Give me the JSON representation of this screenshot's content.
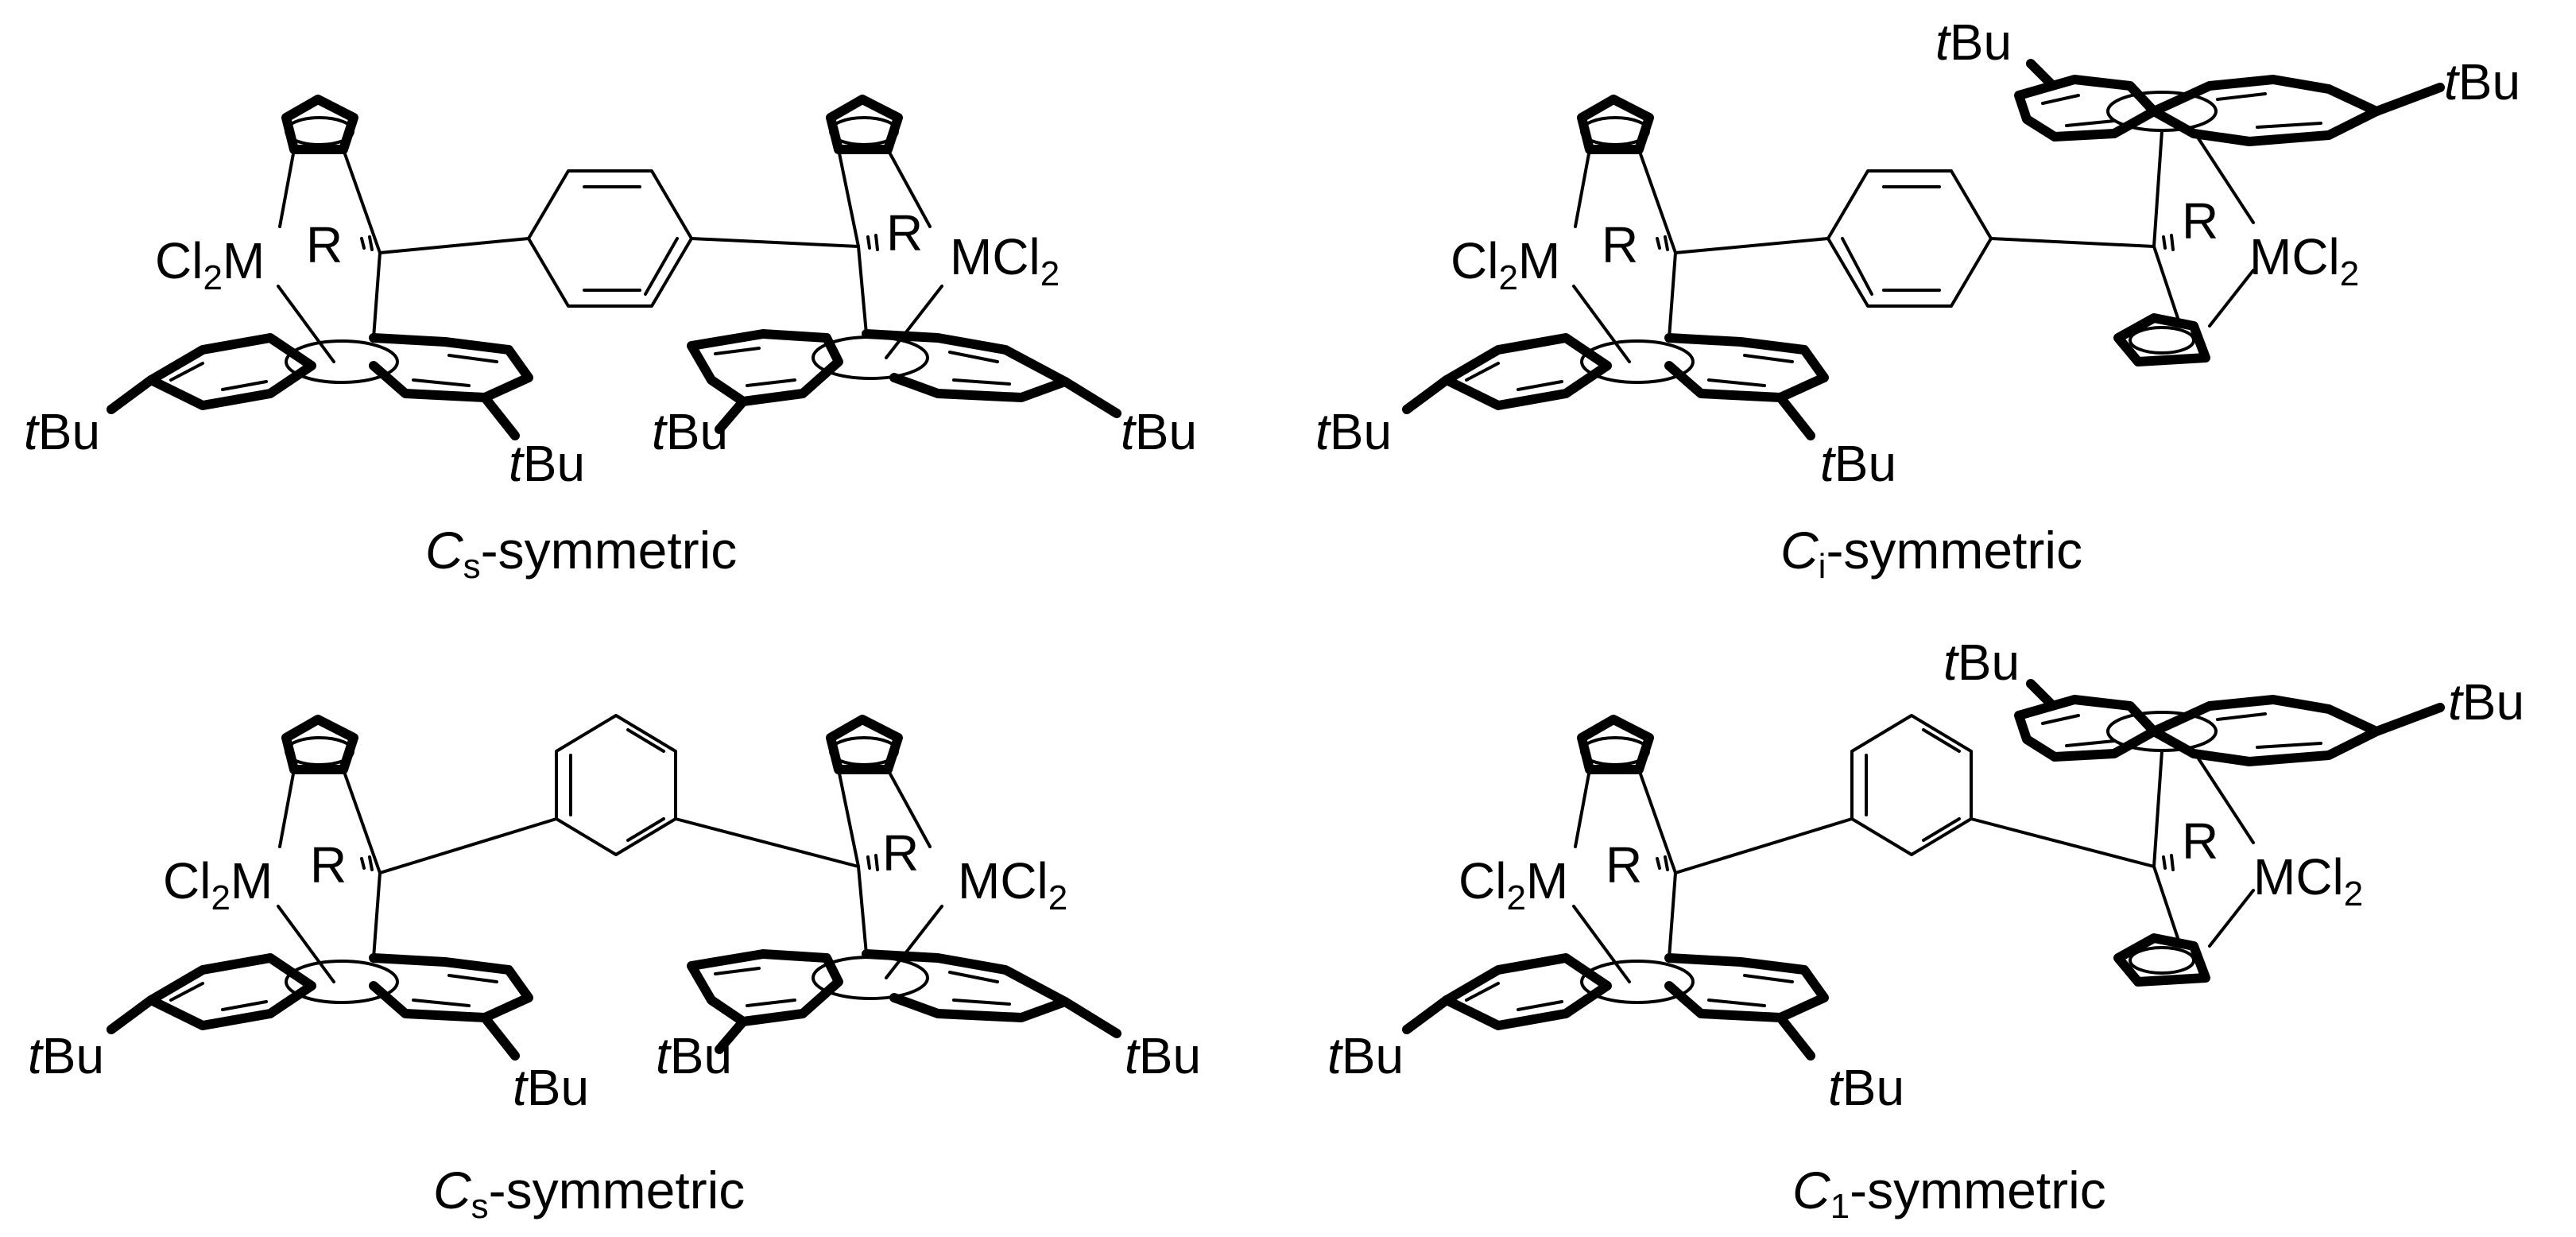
{
  "molecules": [
    {
      "caption": {
        "point_group": "C",
        "subscript": "s",
        "suffix": "-symmetric"
      },
      "labels": {
        "metal_left_pre": "Cl",
        "metal_left_sub": "2",
        "metal_left_post": "M",
        "bridge_left": "R",
        "bridge_right": "R",
        "metal_right_pre": "MCl",
        "metal_right_sub": "2",
        "tbu_t": "t",
        "tbu_rest": "Bu"
      },
      "linker": "para-phenylene"
    },
    {
      "caption": {
        "point_group": "C",
        "subscript": "i",
        "suffix": "-symmetric"
      },
      "labels": {
        "metal_left_pre": "Cl",
        "metal_left_sub": "2",
        "metal_left_post": "M",
        "bridge_left": "R",
        "bridge_right": "R",
        "metal_right_pre": "MCl",
        "metal_right_sub": "2",
        "tbu_t": "t",
        "tbu_rest": "Bu"
      },
      "linker": "para-phenylene"
    },
    {
      "caption": {
        "point_group": "C",
        "subscript": "s",
        "suffix": "-symmetric"
      },
      "labels": {
        "metal_left_pre": "Cl",
        "metal_left_sub": "2",
        "metal_left_post": "M",
        "bridge_left": "R",
        "bridge_right": "R",
        "metal_right_pre": "MCl",
        "metal_right_sub": "2",
        "tbu_t": "t",
        "tbu_rest": "Bu"
      },
      "linker": "meta-phenylene"
    },
    {
      "caption": {
        "point_group": "C",
        "subscript": "1",
        "suffix": "-symmetric"
      },
      "labels": {
        "metal_left_pre": "Cl",
        "metal_left_sub": "2",
        "metal_left_post": "M",
        "bridge_left": "R",
        "bridge_right": "R",
        "metal_right_pre": "MCl",
        "metal_right_sub": "2",
        "tbu_t": "t",
        "tbu_rest": "Bu"
      },
      "linker": "meta-phenylene"
    }
  ]
}
